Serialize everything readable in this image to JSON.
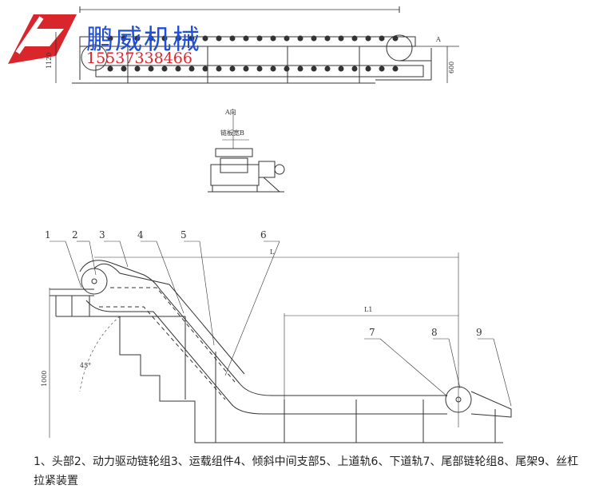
{
  "watermark": {
    "company": "鹏威机械",
    "phone": "15537338466",
    "colors": {
      "company": "#1f4fd8",
      "phone": "#e0242a",
      "logo": "#d8262c"
    }
  },
  "top_drawing": {
    "dim_labels": {
      "left_height": "1120",
      "right_height": "600",
      "view_marker": "A"
    }
  },
  "section_view": {
    "view_label": "A向",
    "width_label": "链板宽B"
  },
  "main_drawing": {
    "numbers": [
      "1",
      "2",
      "3",
      "4",
      "5",
      "6",
      "7",
      "8",
      "9"
    ],
    "dims": {
      "overall_length": "L",
      "length_l1": "L1",
      "angle": "45°",
      "height": "1000"
    }
  },
  "caption": "1、头部2、动力驱动链轮组3、运载组件4、倾斜中间支部5、上道轨6、下道轨7、尾部链轮组8、尾架9、丝杠拉紧装置"
}
